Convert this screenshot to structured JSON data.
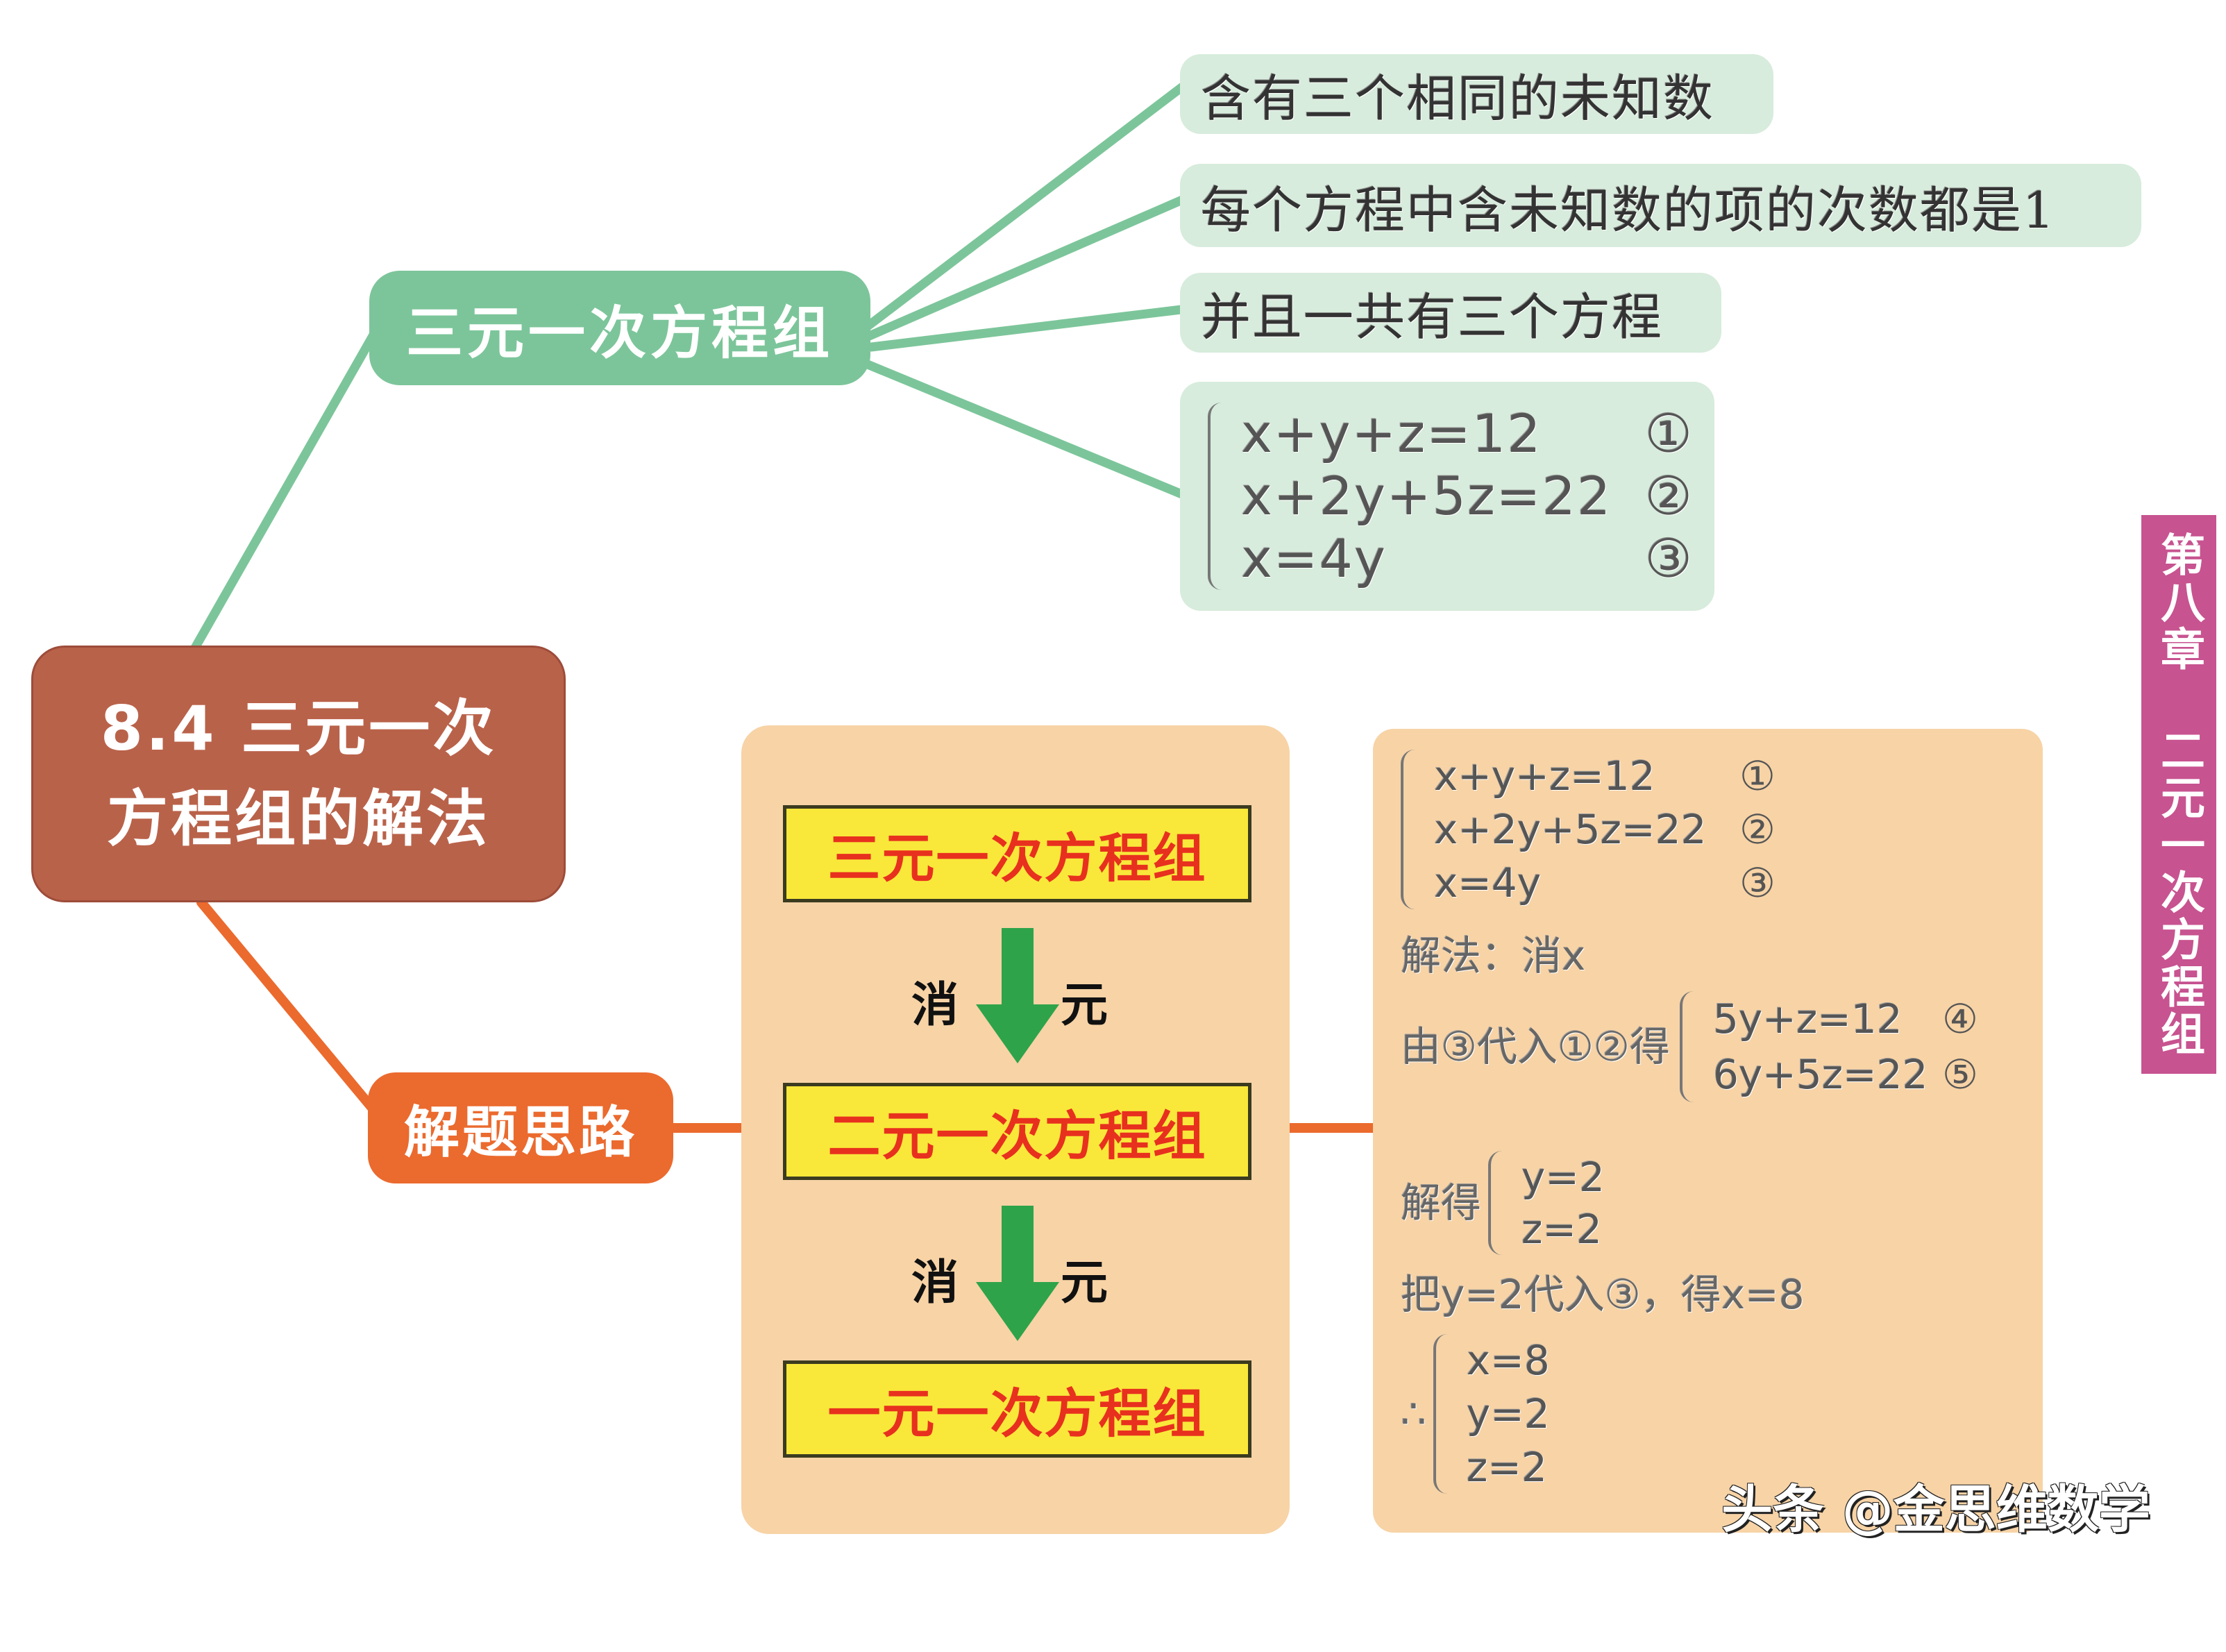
{
  "root": {
    "line1": "8.4 三元一次",
    "line2": "方程组的解法",
    "color": "#b9624a"
  },
  "branches": {
    "definition": {
      "label": "三元一次方程组",
      "color": "#7cc59a",
      "leaves": [
        "含有三个相同的未知数",
        "每个方程中含未知数的项的次数都是1",
        "并且一共有三个方程"
      ],
      "example": {
        "equations": [
          {
            "eq": "x+y+z=12",
            "tag": "①"
          },
          {
            "eq": "x+2y+5z=22",
            "tag": "②"
          },
          {
            "eq": "x=4y",
            "tag": "③"
          }
        ]
      }
    },
    "approach": {
      "label": "解题思路",
      "color": "#eb6a2e",
      "flow": {
        "steps": [
          "三元一次方程组",
          "二元一次方程组",
          "一元一次方程组"
        ],
        "arrows": [
          {
            "left": "消",
            "right": "元"
          },
          {
            "left": "消",
            "right": "元"
          }
        ],
        "arrow_color": "#2ea34a",
        "box_color": "#f9e83a",
        "text_color": "#e8301f"
      },
      "solution": {
        "system": [
          {
            "eq": "x+y+z=12",
            "tag": "①"
          },
          {
            "eq": "x+2y+5z=22",
            "tag": "②"
          },
          {
            "eq": "x=4y",
            "tag": "③"
          }
        ],
        "method": "解法：消x",
        "substitution_prefix": "由③代入①②得",
        "reduced": [
          {
            "eq": "5y+z=12",
            "tag": "④"
          },
          {
            "eq": "6y+5z=22",
            "tag": "⑤"
          }
        ],
        "solve_prefix": "解得",
        "partial": [
          {
            "eq": "y=2"
          },
          {
            "eq": "z=2"
          }
        ],
        "back_sub": "把y=2代入③，得x=8",
        "therefore": "∴",
        "final": [
          {
            "eq": "x=8"
          },
          {
            "eq": "y=2"
          },
          {
            "eq": "z=2"
          }
        ]
      }
    }
  },
  "side_tab": {
    "label": "第八章 二元一次方程组",
    "color": "#c75390"
  },
  "watermark": "头条 @金思维数学"
}
